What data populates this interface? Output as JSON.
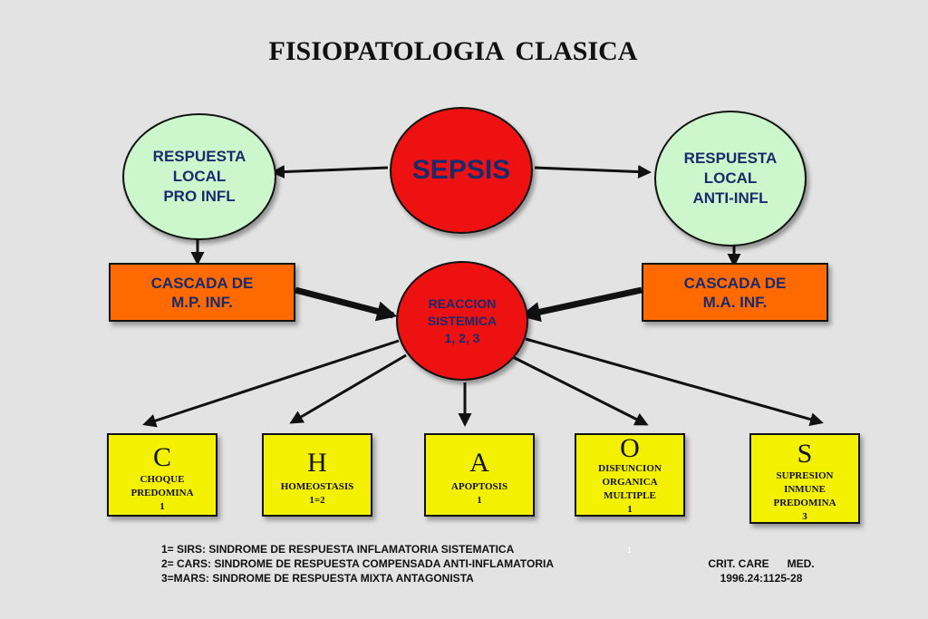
{
  "title": "FISIOPATOLOGIA  CLASICA",
  "sepsis": "SEPSIS",
  "left_circle": [
    "RESPUESTA",
    "LOCAL",
    "PRO INFL"
  ],
  "right_circle": [
    "RESPUESTA",
    "LOCAL",
    "ANTI-INFL"
  ],
  "left_box": [
    "CASCADA DE",
    "M.P. INF."
  ],
  "right_box": [
    "CASCADA DE",
    "M.A. INF."
  ],
  "reaccion": [
    "REACCION",
    "SISTEMICA",
    "1, 2, 3"
  ],
  "outcomes": [
    {
      "letter": "C",
      "lines": [
        "CHOQUE",
        "PREDOMINA",
        "1"
      ]
    },
    {
      "letter": "H",
      "lines": [
        "HOMEOSTASIS",
        "1=2"
      ]
    },
    {
      "letter": "A",
      "lines": [
        "APOPTOSIS",
        "1"
      ]
    },
    {
      "letter": "O",
      "lines": [
        "DISFUNCION",
        "ORGANICA",
        "MULTIPLE",
        "1"
      ]
    },
    {
      "letter": "S",
      "lines": [
        "SUPRESION",
        "INMUNE",
        "PREDOMINA",
        "3"
      ]
    }
  ],
  "footnotes": [
    "1= SIRS: SINDROME DE RESPUESTA INFLAMATORIA SISTEMATICA",
    "2= CARS: SINDROME DE RESPUESTA COMPENSADA  ANTI-INFLAMATORIA",
    "3=MARS: SINDROME DE RESPUESTA  MIXTA ANTAGONISTA"
  ],
  "reference": [
    "CRIT. CARE      MED.",
    "1996.24:1125-28"
  ],
  "stray_mark": "1"
}
